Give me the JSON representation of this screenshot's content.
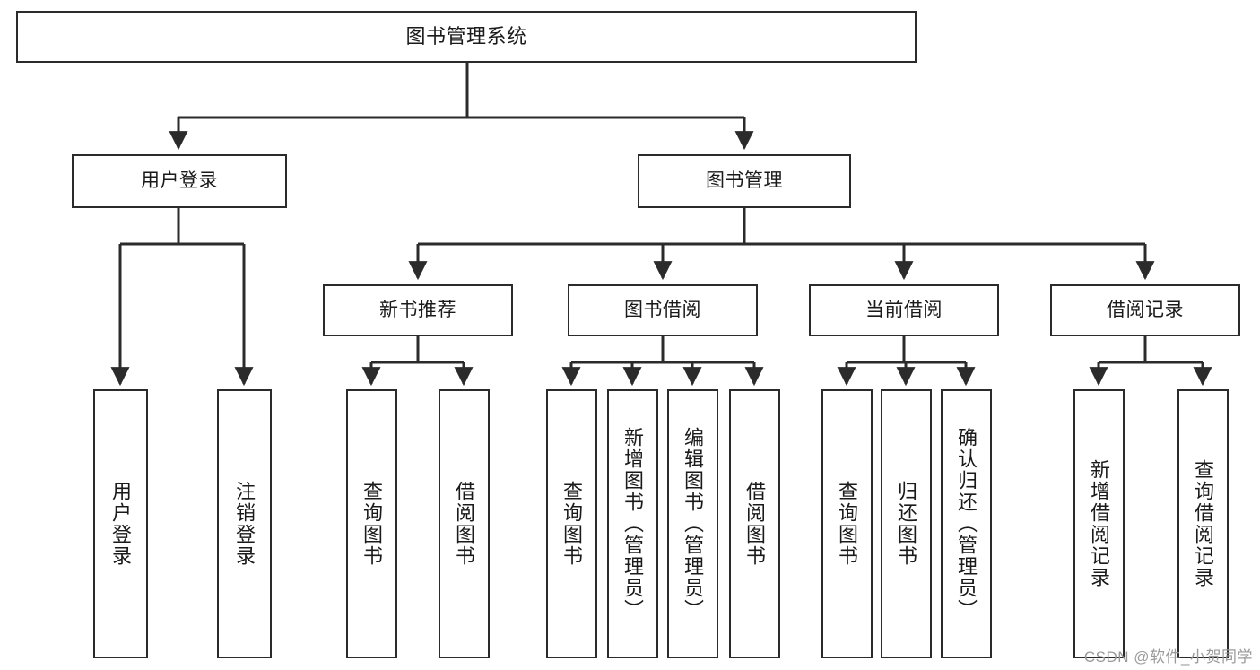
{
  "diagram": {
    "title": "图书管理系统",
    "type": "hierarchy-tree",
    "watermark": "CSDN @软件_小贺同学",
    "colors": {
      "stroke": "#2b2b2b",
      "fill": "#ffffff",
      "text": "#1a1a1a",
      "watermark": "#9a9a9a"
    },
    "root": {
      "id": "root",
      "label": "图书管理系统"
    },
    "level1": [
      {
        "id": "user-login",
        "label": "用户登录"
      },
      {
        "id": "book-manage",
        "label": "图书管理"
      }
    ],
    "level2": [
      {
        "id": "new-book-rec",
        "label": "新书推荐",
        "parent": "book-manage"
      },
      {
        "id": "book-borrow",
        "label": "图书借阅",
        "parent": "book-manage"
      },
      {
        "id": "current-borrow",
        "label": "当前借阅",
        "parent": "book-manage"
      },
      {
        "id": "borrow-record",
        "label": "借阅记录",
        "parent": "book-manage"
      }
    ],
    "leaves": [
      {
        "id": "leaf-user-login",
        "label": "用户登录",
        "parent": "user-login"
      },
      {
        "id": "leaf-logout",
        "label": "注销登录",
        "parent": "user-login"
      },
      {
        "id": "leaf-query-book-1",
        "label": "查询图书",
        "parent": "new-book-rec"
      },
      {
        "id": "leaf-borrow-book-1",
        "label": "借阅图书",
        "parent": "new-book-rec"
      },
      {
        "id": "leaf-query-book-2",
        "label": "查询图书",
        "parent": "book-borrow"
      },
      {
        "id": "leaf-add-book",
        "label": "新增图书（管理员）",
        "parent": "book-borrow"
      },
      {
        "id": "leaf-edit-book",
        "label": "编辑图书（管理员）",
        "parent": "book-borrow"
      },
      {
        "id": "leaf-borrow-book-2",
        "label": "借阅图书",
        "parent": "book-borrow"
      },
      {
        "id": "leaf-query-book-3",
        "label": "查询图书",
        "parent": "current-borrow"
      },
      {
        "id": "leaf-return-book",
        "label": "归还图书",
        "parent": "current-borrow"
      },
      {
        "id": "leaf-confirm-return",
        "label": "确认归还（管理员）",
        "parent": "current-borrow"
      },
      {
        "id": "leaf-add-record",
        "label": "新增借阅记录",
        "parent": "borrow-record"
      },
      {
        "id": "leaf-query-record",
        "label": "查询借阅记录",
        "parent": "borrow-record"
      }
    ]
  }
}
